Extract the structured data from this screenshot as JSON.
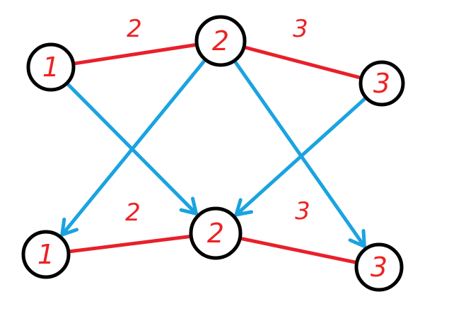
{
  "colors": {
    "background": "#ffffff",
    "node_stroke": "#000000",
    "node_fill": "#ffffff",
    "red_edge": "#e8202a",
    "blue_arrow": "#1aa3e0",
    "text": "#ee2222"
  },
  "nodes": {
    "top": [
      {
        "id": "t1",
        "label": "1"
      },
      {
        "id": "t2",
        "label": "2"
      },
      {
        "id": "t3",
        "label": "3"
      }
    ],
    "bottom": [
      {
        "id": "b1",
        "label": "1"
      },
      {
        "id": "b2",
        "label": "2"
      },
      {
        "id": "b3",
        "label": "3"
      }
    ]
  },
  "red_edges": [
    {
      "from": "t1",
      "to": "t2",
      "weight": "2"
    },
    {
      "from": "t2",
      "to": "t3",
      "weight": "3"
    },
    {
      "from": "b1",
      "to": "b2",
      "weight": "2"
    },
    {
      "from": "b2",
      "to": "b3",
      "weight": "3"
    }
  ],
  "blue_arrows": [
    {
      "from": "t1",
      "to": "b2"
    },
    {
      "from": "t2",
      "to": "b1"
    },
    {
      "from": "t2",
      "to": "b3"
    },
    {
      "from": "t3",
      "to": "b2"
    }
  ]
}
